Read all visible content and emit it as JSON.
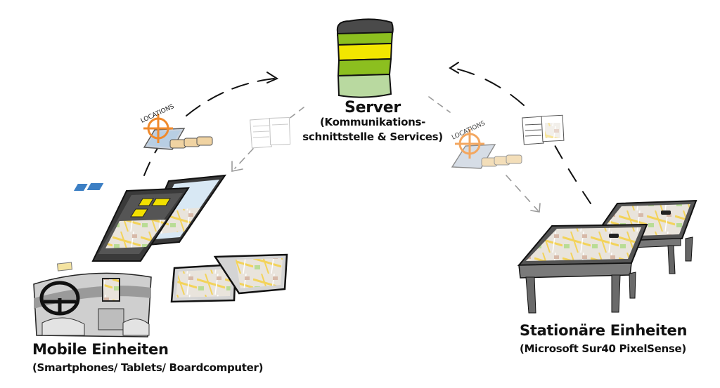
{
  "diagram": {
    "server": {
      "title": "Server",
      "subtitle_line1": "(Kommunikations-",
      "subtitle_line2": "schnittstelle  & Services)",
      "layer_colors": [
        "#4a4a4a",
        "#8cbf1f",
        "#f2e600",
        "#8cbf1f",
        "#b9d9a0"
      ]
    },
    "mobile_units": {
      "title": "Mobile Einheiten",
      "subtitle": "(Smartphones/ Tablets/ Boardcomputer)"
    },
    "stationary_units": {
      "title": "Stationäre Einheiten",
      "subtitle": "(Microsoft Sur40 PixelSense)"
    },
    "locations_badges": [
      {
        "text": "LOCATIONS",
        "side": "left"
      },
      {
        "text": "LOCATIONS",
        "side": "right"
      }
    ],
    "flows": [
      {
        "from": "mobile",
        "to": "server",
        "style": "dashed-black",
        "payload": "locations"
      },
      {
        "from": "server",
        "to": "mobile",
        "style": "dashed-gray",
        "payload": "document"
      },
      {
        "from": "stationary",
        "to": "server",
        "style": "dashed-black",
        "payload": "document"
      },
      {
        "from": "server",
        "to": "stationary",
        "style": "dashed-gray",
        "payload": "locations"
      }
    ],
    "colors": {
      "accent_orange": "#f08a2c",
      "tile_yellow": "#f2e000",
      "tile_blue": "#3c7fc4",
      "device_dark": "#3a3a3a",
      "map_road": "#f3d35a",
      "map_green": "#9ccf6a"
    }
  }
}
